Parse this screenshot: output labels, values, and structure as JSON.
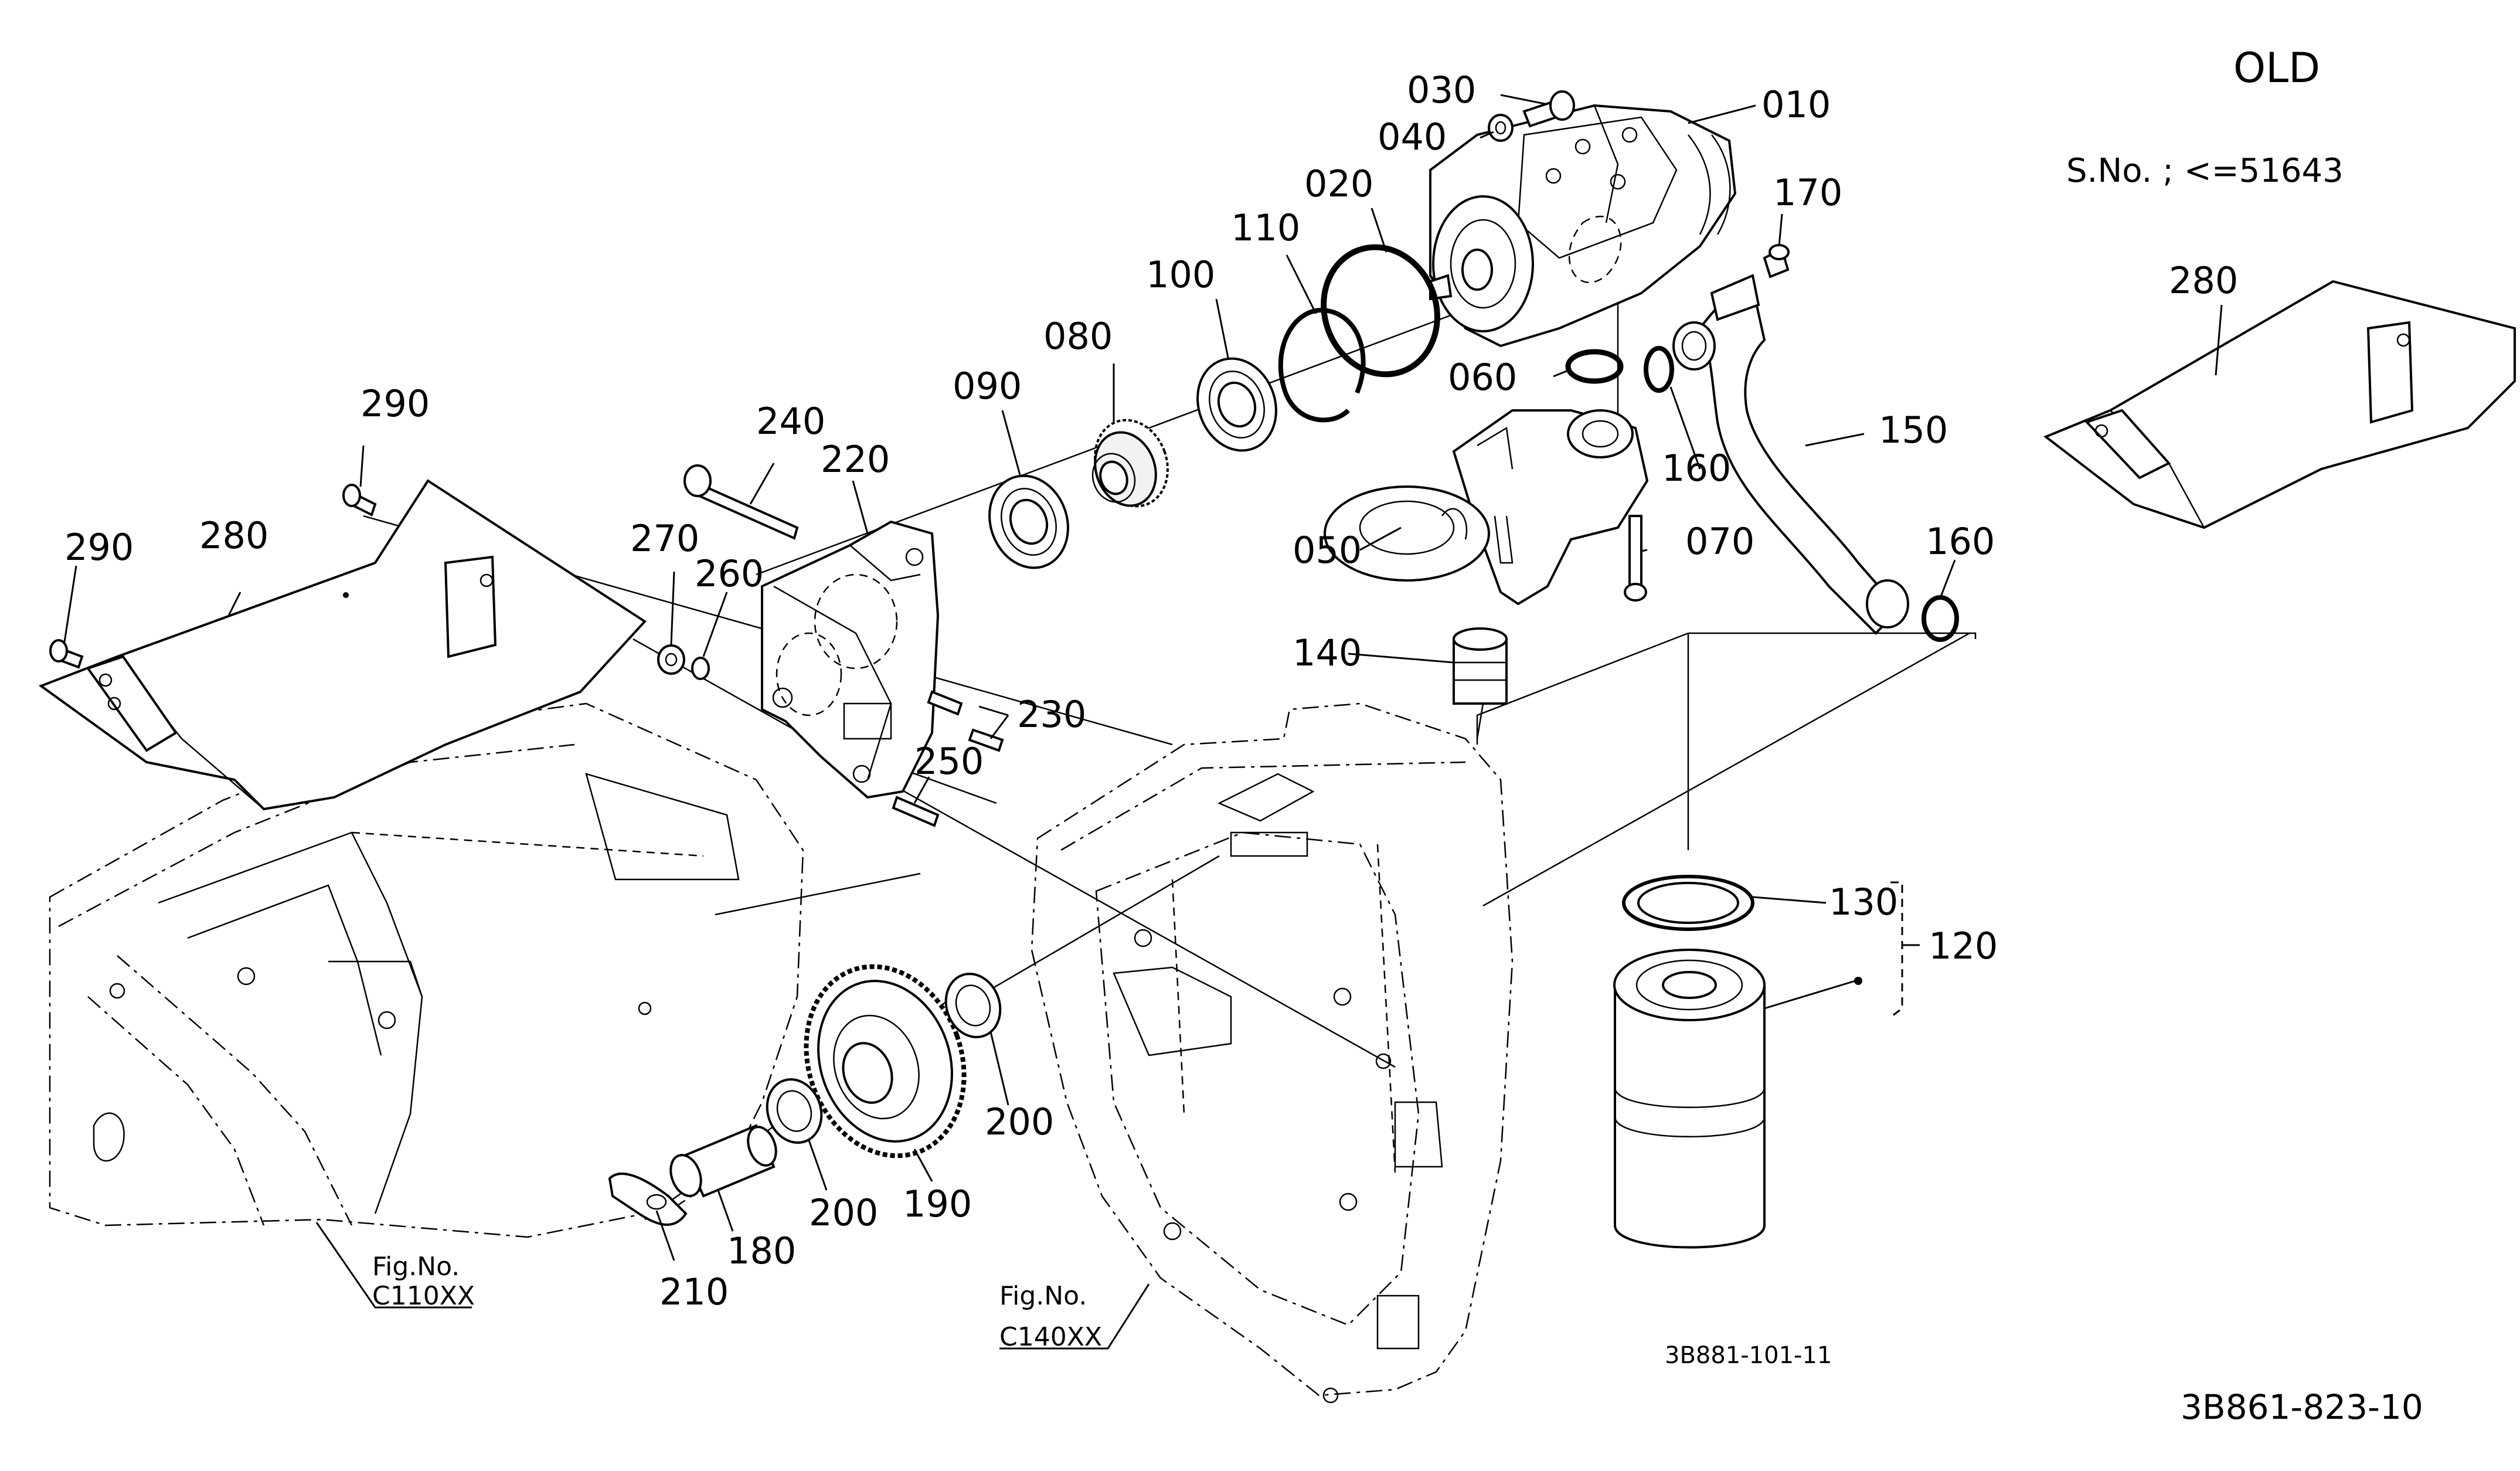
{
  "header": {
    "version_label": "OLD",
    "serial_label": "S.No. ; <=51643"
  },
  "callouts": {
    "p010": "010",
    "p020": "020",
    "p030": "030",
    "p040": "040",
    "p050": "050",
    "p060": "060",
    "p070": "070",
    "p080": "080",
    "p090": "090",
    "p100": "100",
    "p110": "110",
    "p120": "120",
    "p130": "130",
    "p140": "140",
    "p150": "150",
    "p160a": "160",
    "p160b": "160",
    "p170": "170",
    "p180": "180",
    "p190": "190",
    "p200a": "200",
    "p200b": "200",
    "p210": "210",
    "p220": "220",
    "p230": "230",
    "p240": "240",
    "p250": "250",
    "p260": "260",
    "p270": "270",
    "p280a": "280",
    "p280b": "280",
    "p290a": "290",
    "p290b": "290"
  },
  "figure_refs": {
    "left": {
      "label": "Fig.No.",
      "code": "C110XX"
    },
    "right": {
      "label": "Fig.No.",
      "code": "C140XX"
    }
  },
  "footer": {
    "drawing_code": "3B881-101-11",
    "page_code": "3B861-823-10"
  }
}
